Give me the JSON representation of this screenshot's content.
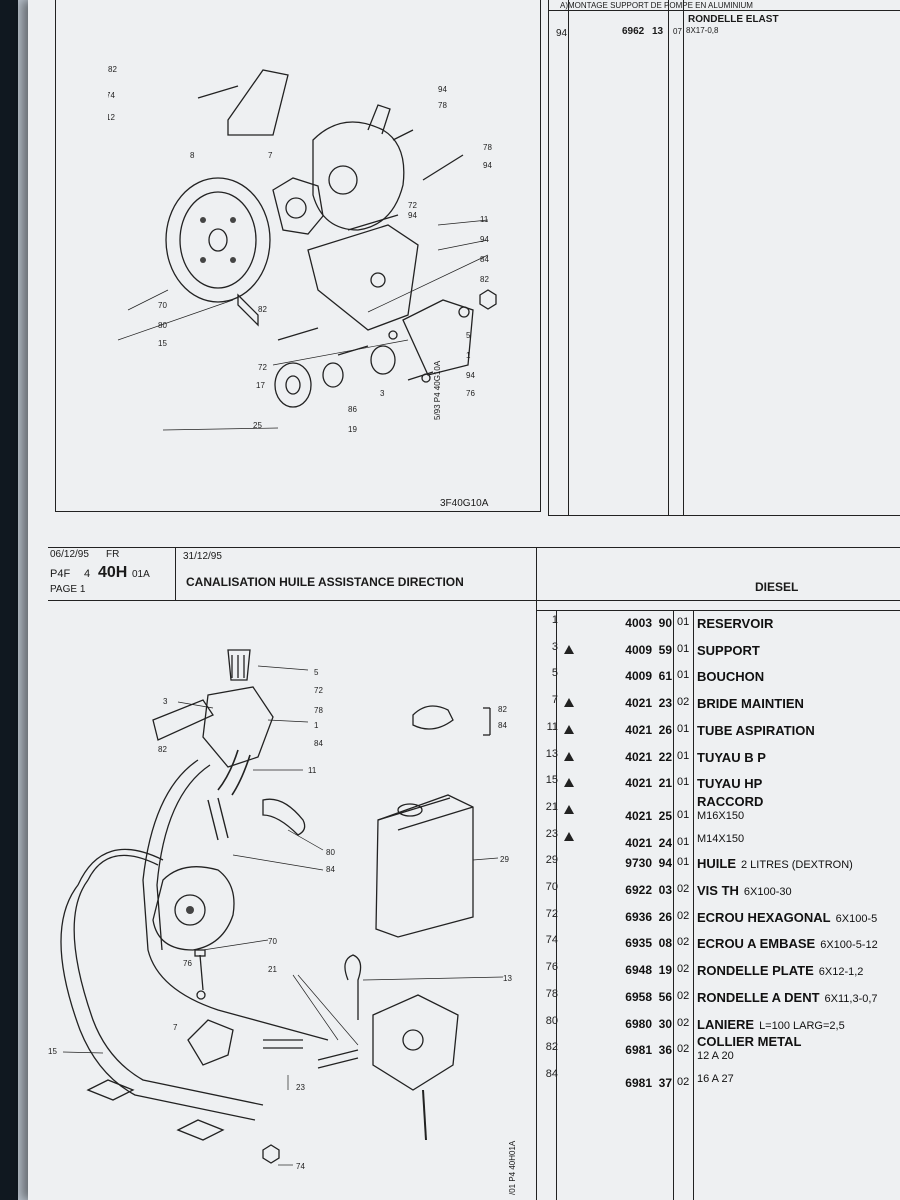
{
  "top_table": {
    "title": "A)MONTAGE SUPPORT DE POMPE EN ALUMINIUM",
    "row": {
      "pos": "94",
      "ref_a": "6962",
      "ref_b": "13",
      "qty": "07",
      "name": "RONDELLE ELAST",
      "spec": "8X17-0,8"
    }
  },
  "top_diagram": {
    "code": "3F40G10A",
    "side_code": "5/93 P4 40G10A",
    "callouts": [
      "82",
      "74",
      "12",
      "94",
      "78",
      "78",
      "94",
      "7",
      "8",
      "72",
      "94",
      "11",
      "94",
      "84",
      "82",
      "70",
      "80",
      "15",
      "82",
      "5",
      "1",
      "72",
      "94",
      "76",
      "17",
      "3",
      "25",
      "86",
      "19"
    ]
  },
  "header": {
    "date1": "06/12/95",
    "lang": "FR",
    "code_left": "P4F",
    "code_num": "4",
    "code_big": "40H",
    "code_suffix": "01A",
    "page": "PAGE 1",
    "date2": "31/12/95",
    "title": "CANALISATION HUILE ASSISTANCE DIRECTION",
    "variant": "DIESEL"
  },
  "bottom_diagram": {
    "side_code": "/01 P4 40H01A",
    "callouts": [
      "5",
      "72",
      "78",
      "3",
      "1",
      "84",
      "82",
      "11",
      "82",
      "84",
      "80",
      "84",
      "29",
      "70",
      "76",
      "13",
      "21",
      "7",
      "15",
      "23",
      "74"
    ]
  },
  "parts": [
    {
      "pos": "1",
      "tri": false,
      "ref_a": "4003",
      "ref_b": "90",
      "qty": "01",
      "name": "RESERVOIR",
      "spec": ""
    },
    {
      "pos": "3",
      "tri": true,
      "ref_a": "4009",
      "ref_b": "59",
      "qty": "01",
      "name": "SUPPORT",
      "spec": ""
    },
    {
      "pos": "5",
      "tri": false,
      "ref_a": "4009",
      "ref_b": "61",
      "qty": "01",
      "name": "BOUCHON",
      "spec": ""
    },
    {
      "pos": "7",
      "tri": true,
      "ref_a": "4021",
      "ref_b": "23",
      "qty": "02",
      "name": "BRIDE MAINTIEN",
      "spec": ""
    },
    {
      "pos": "11",
      "tri": true,
      "ref_a": "4021",
      "ref_b": "26",
      "qty": "01",
      "name": "TUBE ASPIRATION",
      "spec": ""
    },
    {
      "pos": "13",
      "tri": true,
      "ref_a": "4021",
      "ref_b": "22",
      "qty": "01",
      "name": "TUYAU B P",
      "spec": ""
    },
    {
      "pos": "15",
      "tri": true,
      "ref_a": "4021",
      "ref_b": "21",
      "qty": "01",
      "name": "TUYAU HP",
      "spec": ""
    },
    {
      "pos": "21",
      "tri": true,
      "ref_a": "4021",
      "ref_b": "25",
      "qty": "01",
      "name": "RACCORD",
      "spec": "M16X150"
    },
    {
      "pos": "23",
      "tri": true,
      "ref_a": "4021",
      "ref_b": "24",
      "qty": "01",
      "name": "",
      "spec": "M14X150"
    },
    {
      "pos": "29",
      "tri": false,
      "ref_a": "9730",
      "ref_b": "94",
      "qty": "01",
      "name": "HUILE",
      "spec": "2 LITRES (DEXTRON)"
    },
    {
      "pos": "70",
      "tri": false,
      "ref_a": "6922",
      "ref_b": "03",
      "qty": "02",
      "name": "VIS TH",
      "spec": "6X100-30"
    },
    {
      "pos": "72",
      "tri": false,
      "ref_a": "6936",
      "ref_b": "26",
      "qty": "02",
      "name": "ECROU HEXAGONAL",
      "spec": "6X100-5"
    },
    {
      "pos": "74",
      "tri": false,
      "ref_a": "6935",
      "ref_b": "08",
      "qty": "02",
      "name": "ECROU A EMBASE",
      "spec": "6X100-5-12"
    },
    {
      "pos": "76",
      "tri": false,
      "ref_a": "6948",
      "ref_b": "19",
      "qty": "02",
      "name": "RONDELLE PLATE",
      "spec": "6X12-1,2"
    },
    {
      "pos": "78",
      "tri": false,
      "ref_a": "6958",
      "ref_b": "56",
      "qty": "02",
      "name": "RONDELLE A DENT",
      "spec": "6X11,3-0,7"
    },
    {
      "pos": "80",
      "tri": false,
      "ref_a": "6980",
      "ref_b": "30",
      "qty": "02",
      "name": "LANIERE",
      "spec": "L=100 LARG=2,5"
    },
    {
      "pos": "82",
      "tri": false,
      "ref_a": "6981",
      "ref_b": "36",
      "qty": "02",
      "name": "COLLIER METAL",
      "spec": "12 A 20"
    },
    {
      "pos": "84",
      "tri": false,
      "ref_a": "6981",
      "ref_b": "37",
      "qty": "02",
      "name": "",
      "spec": "16 A 27"
    }
  ]
}
